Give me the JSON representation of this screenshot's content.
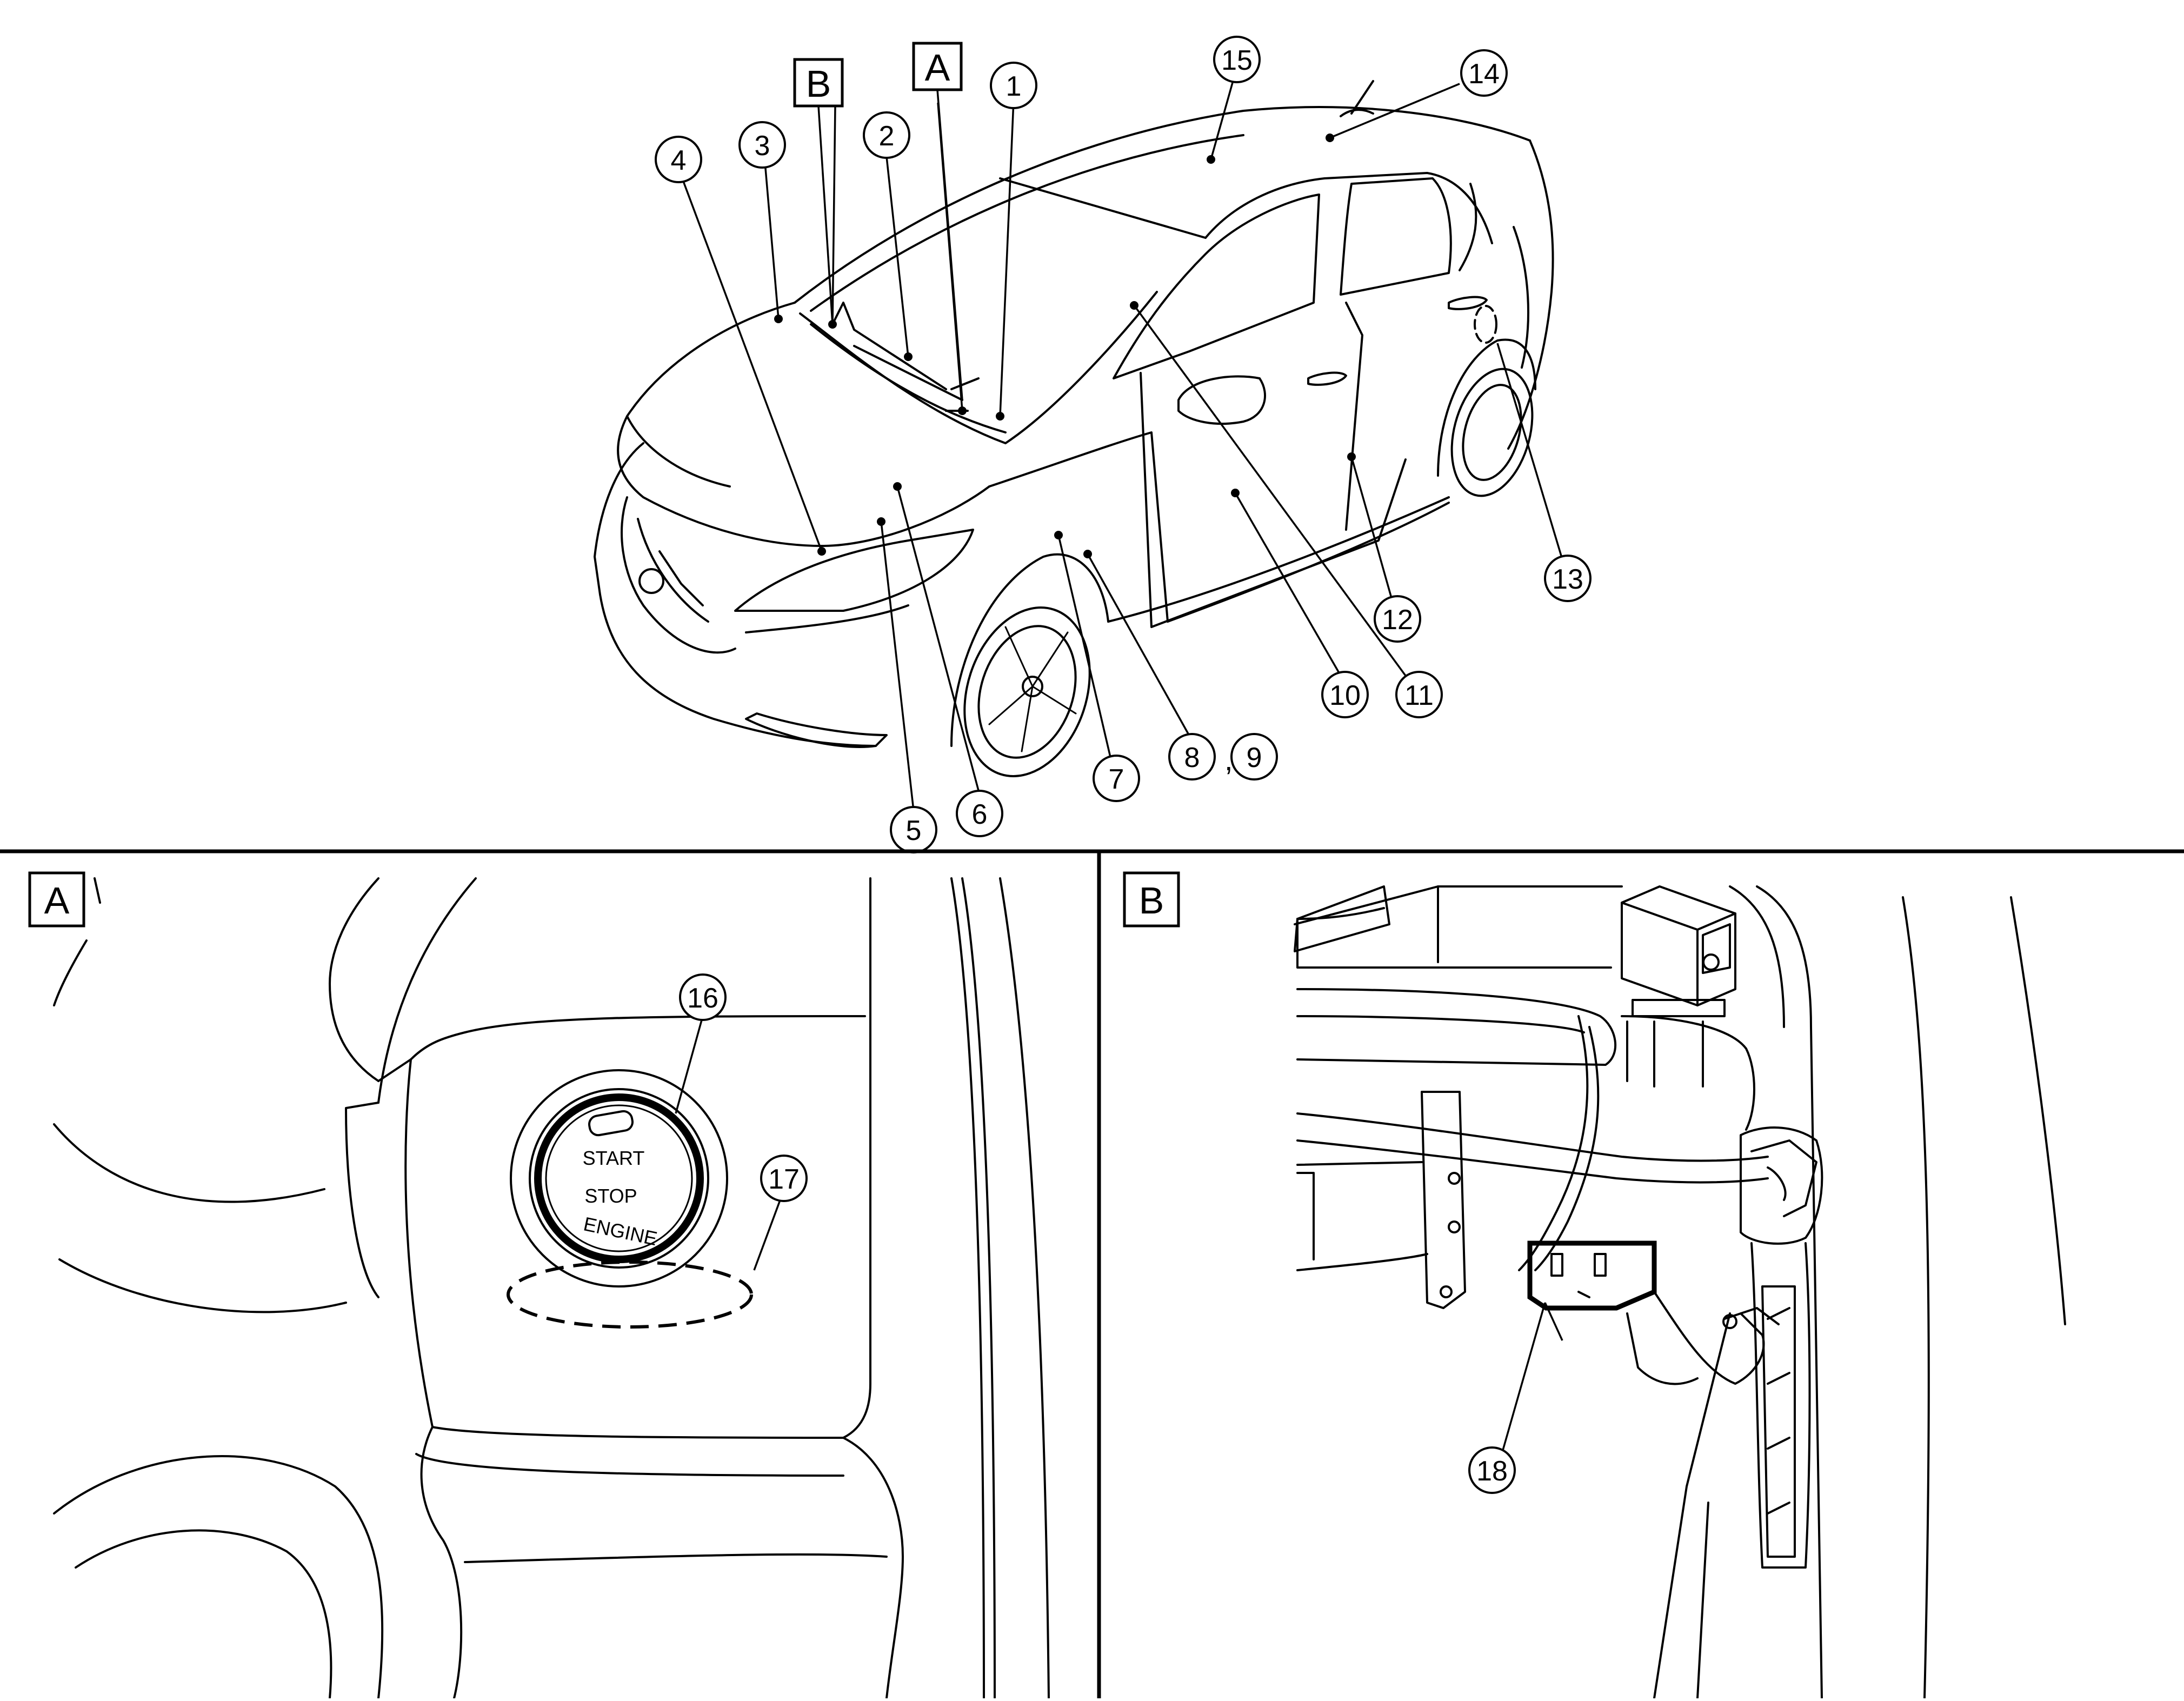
{
  "main_view": {
    "callouts": [
      {
        "id": "c1",
        "label": "1"
      },
      {
        "id": "c2",
        "label": "2"
      },
      {
        "id": "c3",
        "label": "3"
      },
      {
        "id": "c4",
        "label": "4"
      },
      {
        "id": "c5",
        "label": "5"
      },
      {
        "id": "c6",
        "label": "6"
      },
      {
        "id": "c7",
        "label": "7"
      },
      {
        "id": "c8",
        "label": "8"
      },
      {
        "id": "c9",
        "label": "9"
      },
      {
        "id": "c10",
        "label": "10"
      },
      {
        "id": "c11",
        "label": "11"
      },
      {
        "id": "c12",
        "label": "12"
      },
      {
        "id": "c13",
        "label": "13"
      },
      {
        "id": "c14",
        "label": "14"
      },
      {
        "id": "c15",
        "label": "15"
      }
    ],
    "separator_8_9": ",",
    "view_refs": {
      "a": "A",
      "b": "B"
    }
  },
  "detail_a": {
    "label": "A",
    "callouts": [
      {
        "label": "16"
      },
      {
        "label": "17"
      }
    ],
    "button_text": {
      "line1": "START",
      "line2": "STOP",
      "line3": "ENGINE"
    }
  },
  "detail_b": {
    "label": "B",
    "callouts": [
      {
        "label": "18"
      }
    ]
  }
}
